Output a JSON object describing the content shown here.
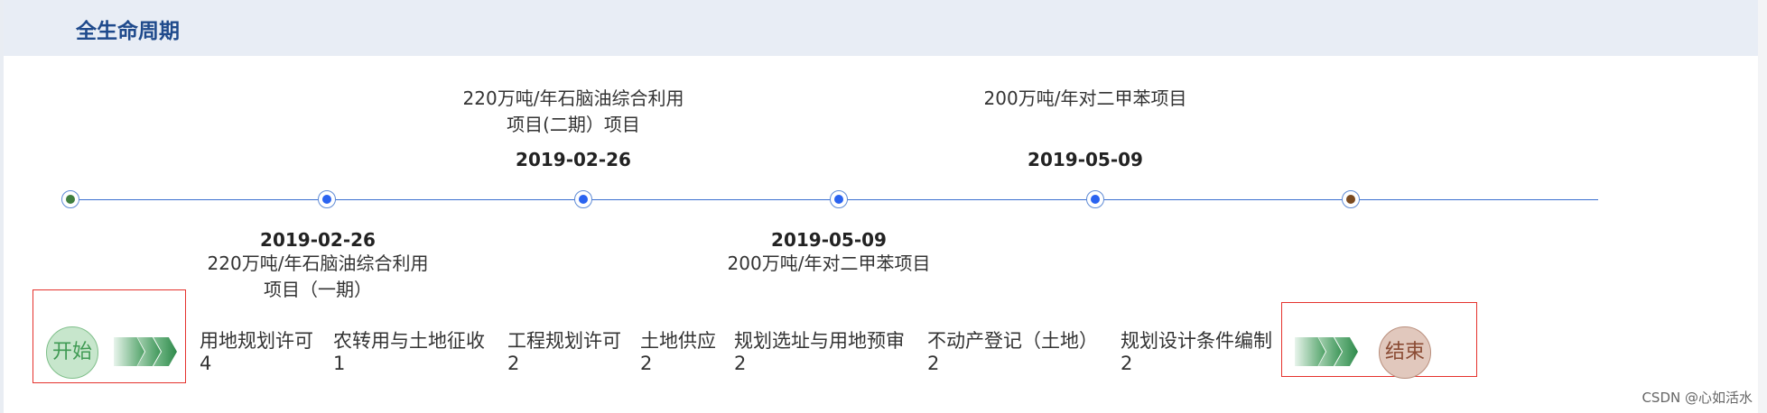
{
  "header": {
    "title": "全生命周期"
  },
  "timeline": {
    "events": [
      {
        "date": "2019-02-26",
        "name_lines": [
          "220万吨/年石脑油综合利用",
          "项目（一期）"
        ]
      },
      {
        "date": "2019-02-26",
        "name_lines": [
          "220万吨/年石脑油综合利用",
          "项目(二期）项目"
        ]
      },
      {
        "date": "2019-05-09",
        "name_lines": [
          "200万吨/年对二甲苯项目"
        ]
      },
      {
        "date": "2019-05-09",
        "name_lines": [
          "200万吨/年对二甲苯项目"
        ]
      }
    ],
    "colors": {
      "line": "#3a6fd0",
      "start_dot": "#3f7f3f",
      "mid_dot": "#2a63f0",
      "end_dot": "#7a4a20"
    }
  },
  "process": {
    "start_label": "开始",
    "end_label": "结束",
    "steps": [
      {
        "name": "用地规划许可",
        "count": "4"
      },
      {
        "name": "农转用与土地征收",
        "count": "1"
      },
      {
        "name": "工程规划许可",
        "count": "2"
      },
      {
        "name": "土地供应",
        "count": "2"
      },
      {
        "name": "规划选址与用地预审",
        "count": "2"
      },
      {
        "name": "不动产登记（土地）",
        "count": "2"
      },
      {
        "name": "规划设计条件编制",
        "count": "2"
      }
    ]
  },
  "watermark": "CSDN @心如活水"
}
